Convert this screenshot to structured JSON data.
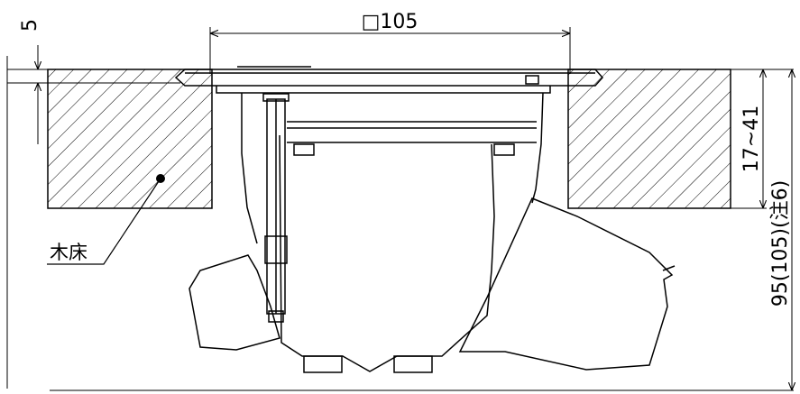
{
  "dimensions": {
    "top_width": "□105",
    "flange_thickness": "5",
    "floor_thickness": "17~41",
    "total_depth": "95(105)(注6)"
  },
  "labels": {
    "floor_material": "木床"
  },
  "colors": {
    "line": "#000000",
    "background": "#ffffff"
  }
}
